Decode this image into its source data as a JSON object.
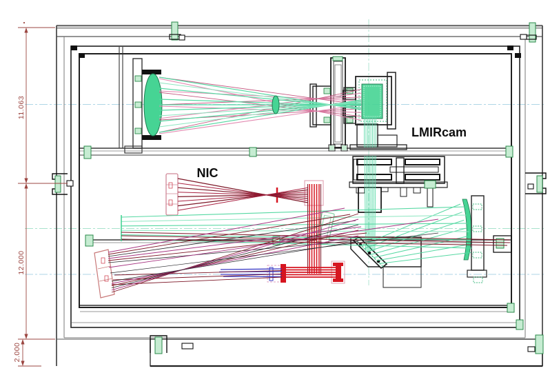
{
  "drawing": {
    "labels": {
      "lmircam": "LMIRcam",
      "nic": "NIC"
    },
    "dimensions": {
      "upper_section": "11.063",
      "lower_section": "12.000",
      "base_plate": "2.000"
    },
    "colors": {
      "beam_teal": "#55d8a2",
      "beam_teal_light": "#8ce6c0",
      "beam_pink": "#e289b0",
      "beam_crimson": "#c4567f",
      "beam_dark_red": "#7c1626",
      "beam_red_mid": "#a82040",
      "beam_bright_red": "#d61520",
      "beam_magenta": "#a63380",
      "beam_blue": "#3b3bc4",
      "optic_green": "#46d494",
      "fastener_green": "#c6ecd2",
      "dimension_red": "#9b4540",
      "frame_dark": "#3a3a3a",
      "frame_gray": "#8a8a8a",
      "centerline_blue": "#aed6e6",
      "centerline_teal": "#a8e2cc"
    }
  }
}
